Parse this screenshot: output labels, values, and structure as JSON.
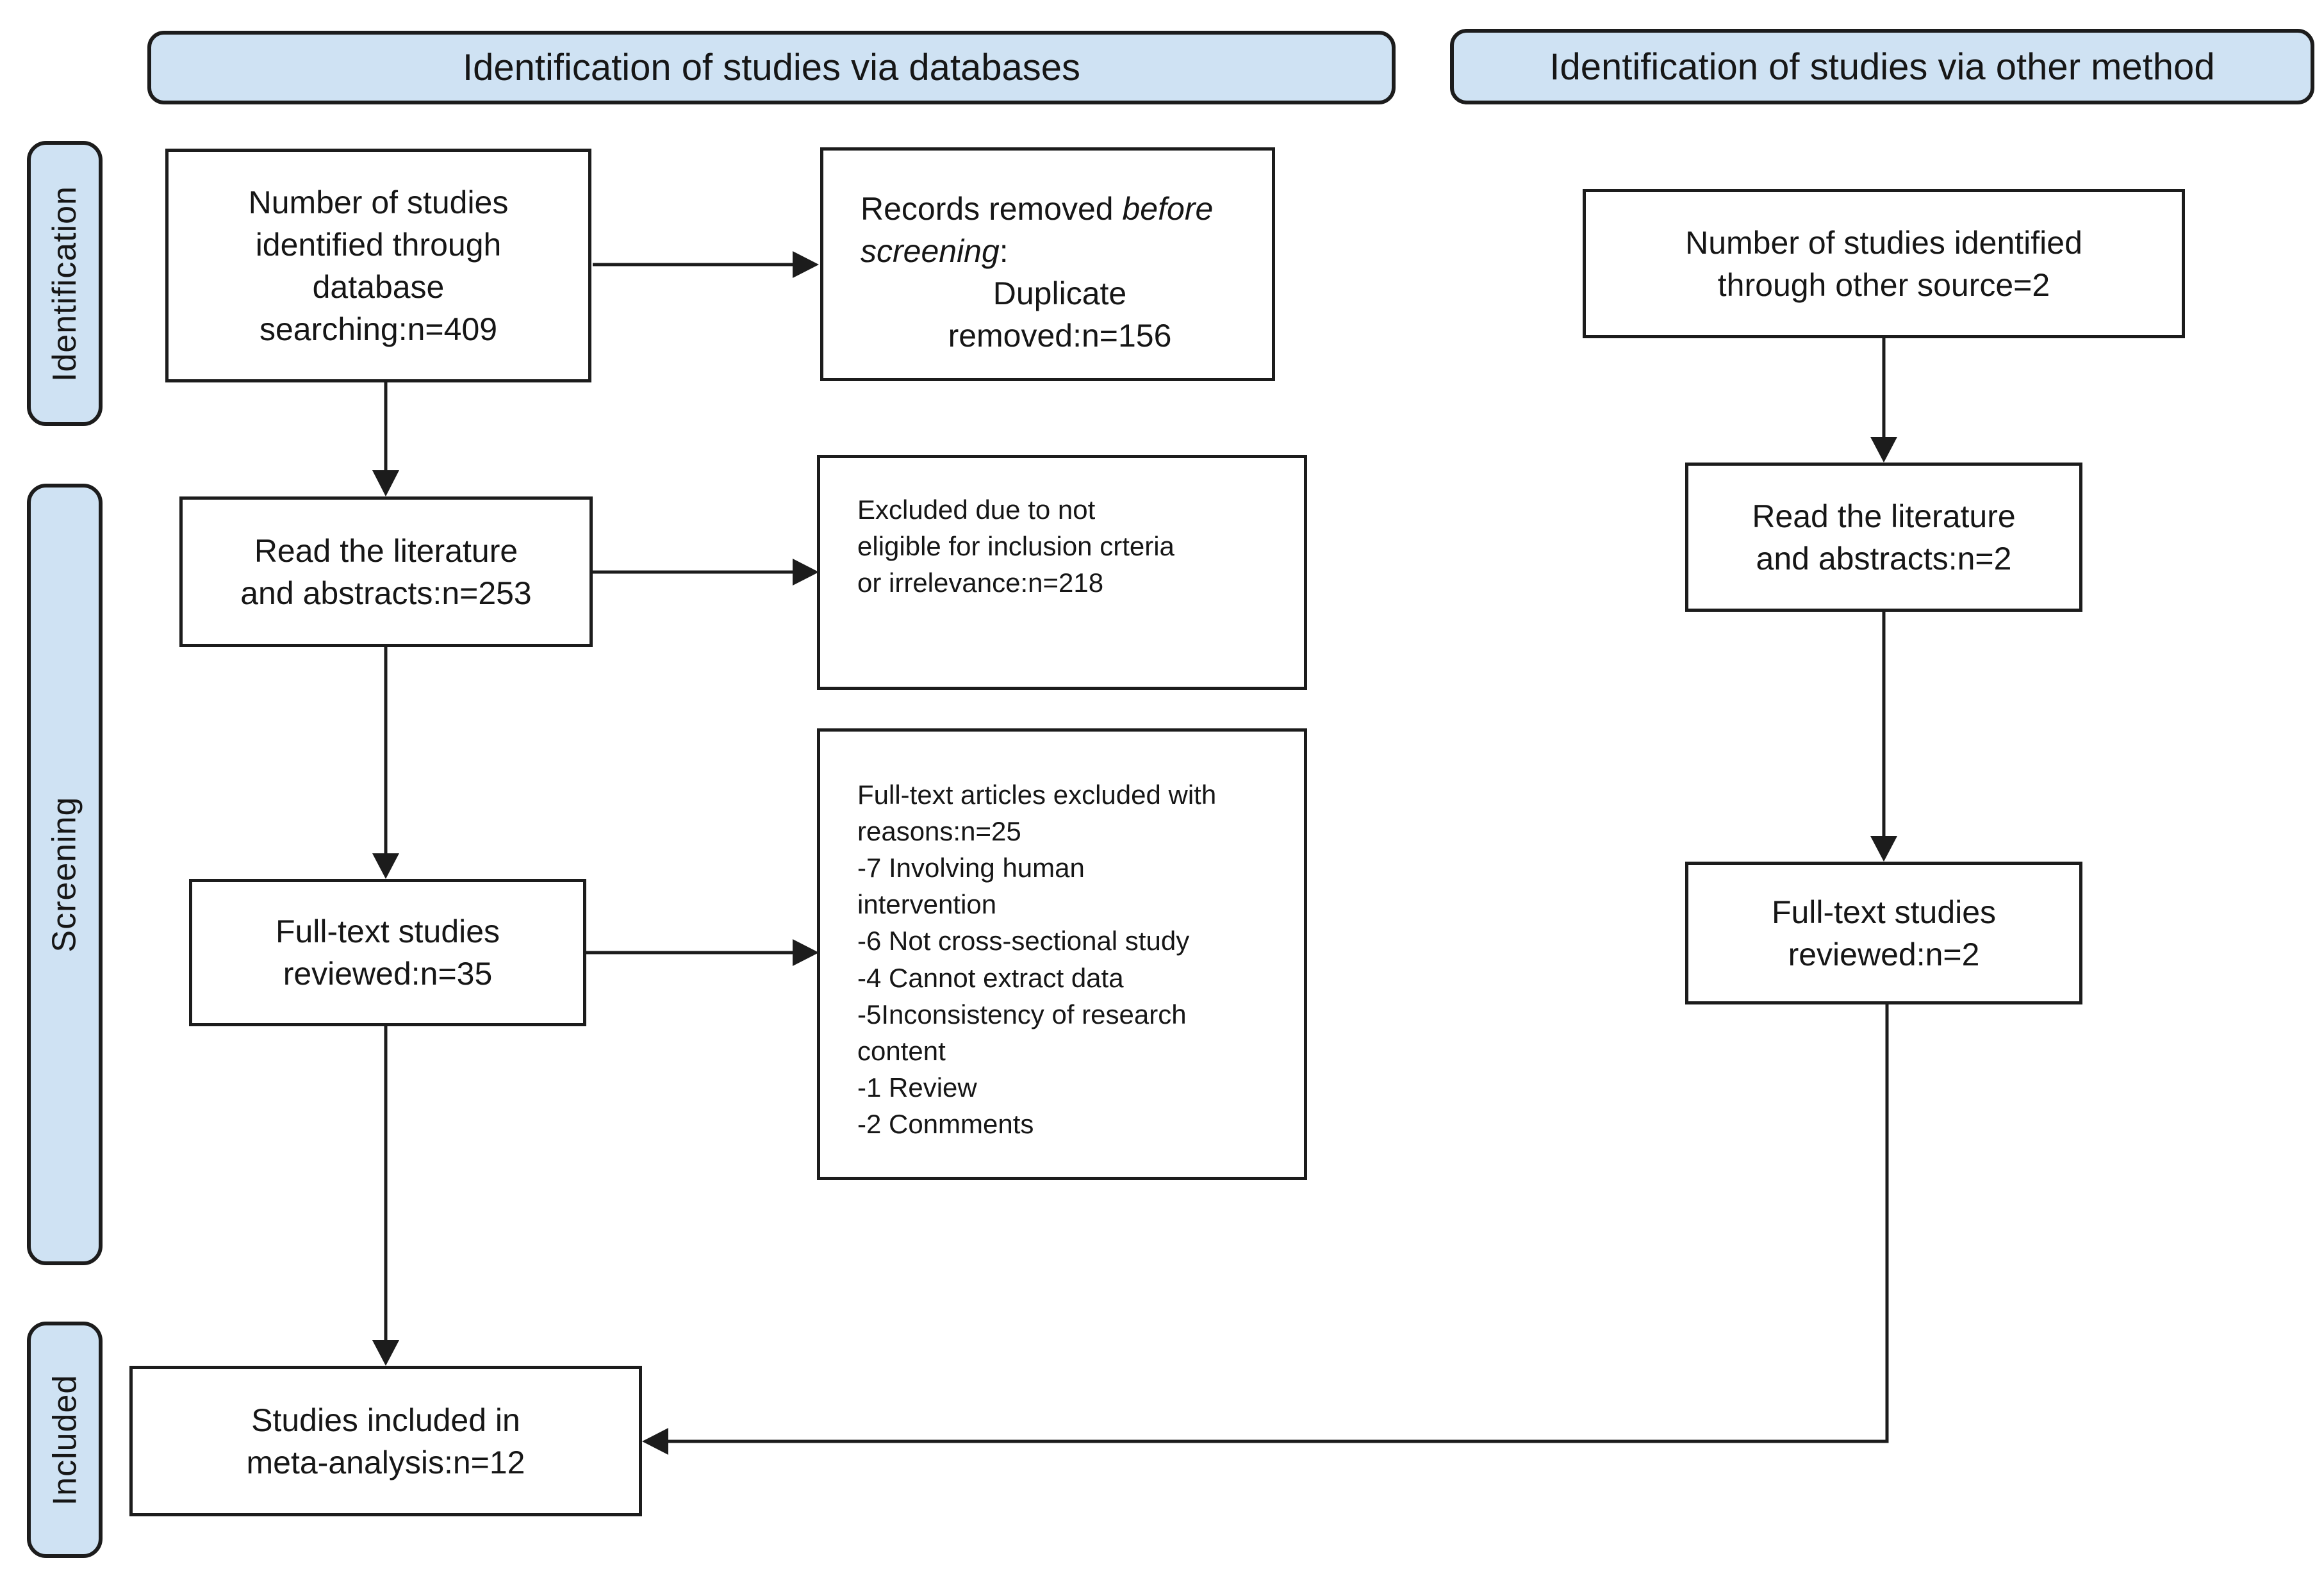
{
  "headers": {
    "databases": "Identification of studies via databases",
    "other_method": "Identification of studies via other method"
  },
  "stage_labels": {
    "identification": "Identification",
    "screening": "Screening",
    "included": "Included"
  },
  "boxes": {
    "db_identified": {
      "lines": [
        "Number of studies",
        "identified through",
        "database",
        "searching:n=409"
      ],
      "n": 409
    },
    "records_removed": {
      "line1_regular": "Records removed ",
      "line1_italic": "before",
      "line2_italic": "screening",
      "line2_regular": ":",
      "sub_lines": [
        "Duplicate",
        "removed:n=156"
      ],
      "n": 156
    },
    "other_identified": {
      "lines": [
        "Number of studies identified",
        "through other source=2"
      ],
      "n": 2
    },
    "read_literature_db": {
      "lines": [
        "Read the literature",
        "and abstracts:n=253"
      ],
      "n": 253
    },
    "excluded_screening": {
      "lines": [
        "Excluded due to not",
        "eligible for inclusion crteria",
        "or irrelevance:n=218"
      ],
      "n": 218
    },
    "read_literature_other": {
      "lines": [
        "Read the literature",
        "and abstracts:n=2"
      ],
      "n": 2
    },
    "fulltext_reviewed_db": {
      "lines": [
        "Full-text studies",
        "reviewed:n=35"
      ],
      "n": 35
    },
    "fulltext_excluded": {
      "lines": [
        "Full-text articles excluded with",
        "reasons:n=25",
        "-7 Involving human",
        "intervention",
        "-6 Not cross-sectional study",
        "-4 Cannot extract data",
        "-5Inconsistency of research",
        "content",
        "-1 Review",
        "-2 Conmments"
      ],
      "n": 25
    },
    "fulltext_reviewed_other": {
      "lines": [
        "Full-text studies",
        "reviewed:n=2"
      ],
      "n": 2
    },
    "included_meta": {
      "lines": [
        "Studies included in",
        "meta-analysis:n=12"
      ],
      "n": 12
    }
  },
  "colors": {
    "stage_fill": "#cfe2f3",
    "box_border": "#1c1c1c",
    "arrow": "#1c1c1c",
    "background": "#ffffff"
  }
}
